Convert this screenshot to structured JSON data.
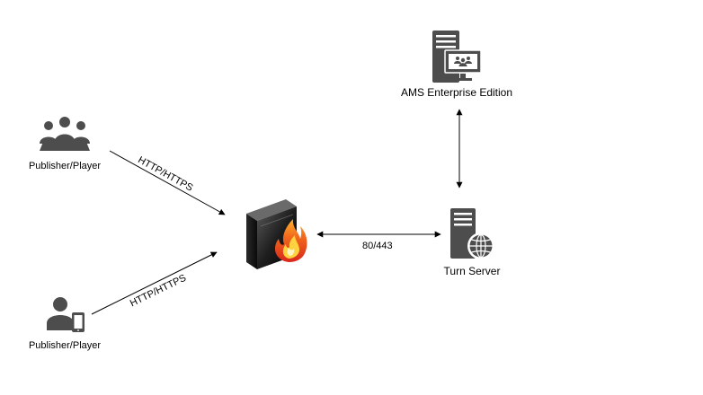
{
  "nodes": {
    "group_users": {
      "label": "Publisher/Player",
      "icon": "user-group-icon"
    },
    "mobile_user": {
      "label": "Publisher/Player",
      "icon": "user-mobile-icon"
    },
    "firewall": {
      "label": "",
      "icon": "firewall-icon"
    },
    "ams": {
      "label": "AMS Enterprise Edition",
      "icon": "server-monitor-icon"
    },
    "turn_server": {
      "label": "Turn Server",
      "icon": "server-globe-icon"
    }
  },
  "edges": [
    {
      "from": "group_users",
      "to": "firewall",
      "label": "HTTP/HTTPS",
      "direction": "one-way"
    },
    {
      "from": "mobile_user",
      "to": "firewall",
      "label": "HTTP/HTTPS",
      "direction": "one-way"
    },
    {
      "from": "firewall",
      "to": "turn_server",
      "label": "80/443",
      "direction": "two-way"
    },
    {
      "from": "ams",
      "to": "turn_server",
      "label": "",
      "direction": "two-way"
    }
  ],
  "colors": {
    "icon": "#4d4d4d",
    "line": "#000000",
    "flame_outer": "#f26b1d",
    "flame_inner": "#ffd23f"
  }
}
